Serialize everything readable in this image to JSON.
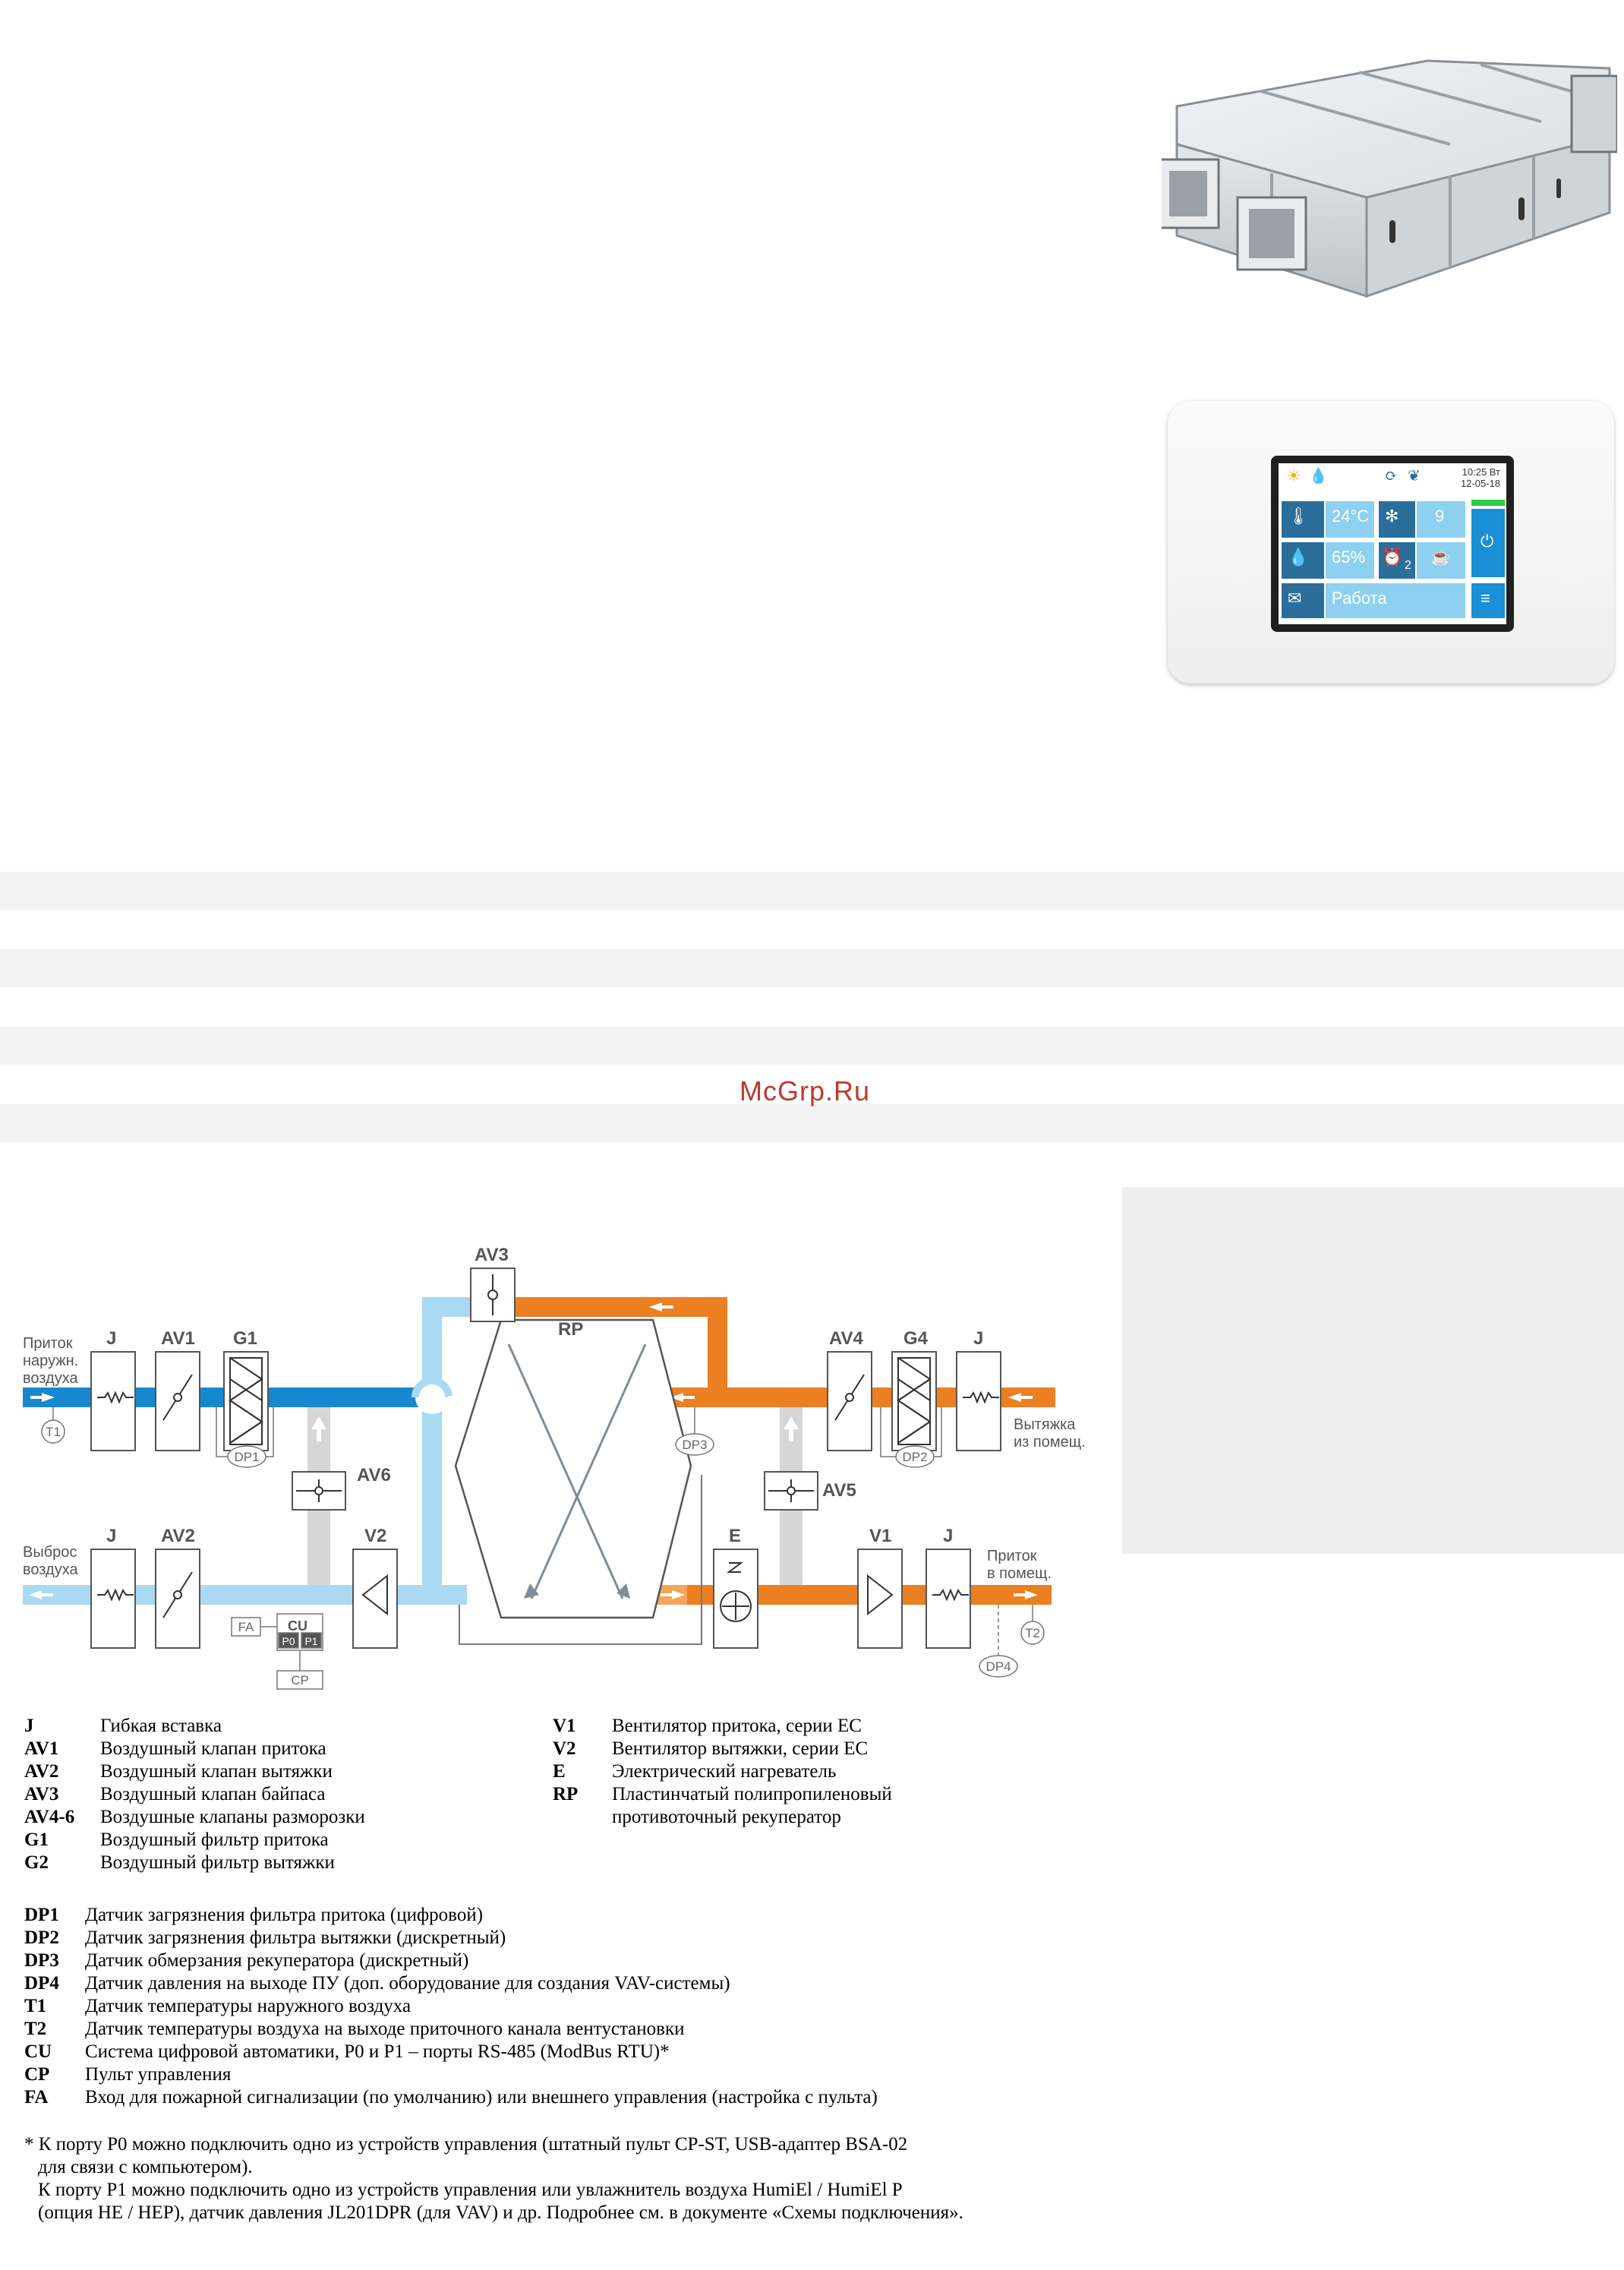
{
  "panel": {
    "time": "10:25 Вт",
    "date": "12-05-18",
    "temp": "24°C",
    "fan_speed": "9",
    "humidity": "65%",
    "timer_index": "2",
    "mode": "Работа"
  },
  "watermark": "McGrp.Ru",
  "diagram": {
    "labels": {
      "supply_in": [
        "Приток",
        "наружн.",
        "воздуха"
      ],
      "exhaust_out": [
        "Выброс",
        "воздуха"
      ],
      "exhaust_in": [
        "Вытяжка",
        "из помещ."
      ],
      "supply_out": [
        "Приток",
        "в помещ."
      ],
      "J1": "J",
      "AV1": "AV1",
      "G1": "G1",
      "AV3": "AV3",
      "RP": "RP",
      "AV4": "AV4",
      "G4": "G4",
      "J2": "J",
      "J3": "J",
      "AV2": "AV2",
      "AV6": "AV6",
      "V2": "V2",
      "E": "E",
      "V1": "V1",
      "J4": "J",
      "AV5": "AV5",
      "T1": "T1",
      "T2": "T2",
      "DP1": "DP1",
      "DP2": "DP2",
      "DP3": "DP3",
      "DP4": "DP4",
      "FA": "FA",
      "CU": "CU",
      "P0": "P0",
      "P1": "P1",
      "CP": "CP"
    }
  },
  "legend": {
    "col1": [
      {
        "code": "J",
        "text": "Гибкая вставка"
      },
      {
        "code": "AV1",
        "text": "Воздушный клапан притока"
      },
      {
        "code": "AV2",
        "text": "Воздушный клапан вытяжки"
      },
      {
        "code": "AV3",
        "text": "Воздушный клапан байпаса"
      },
      {
        "code": "AV4-6",
        "text": "Воздушные клапаны разморозки"
      },
      {
        "code": "G1",
        "text": "Воздушный фильтр притока"
      },
      {
        "code": "G2",
        "text": "Воздушный фильтр вытяжки"
      }
    ],
    "col2": [
      {
        "code": "V1",
        "text": "Вентилятор притока, серии ЕС"
      },
      {
        "code": "V2",
        "text": "Вентилятор вытяжки, серии ЕС"
      },
      {
        "code": "E",
        "text": "Электрический нагреватель"
      },
      {
        "code": "RP",
        "text": "Пластинчатый полипропиленовый"
      },
      {
        "code": "",
        "text": "противоточный рекуператор"
      }
    ],
    "col3": [
      {
        "code": "DP1",
        "text": "Датчик загрязнения фильтра притока (цифровой)"
      },
      {
        "code": "DP2",
        "text": "Датчик загрязнения фильтра вытяжки (дискретный)"
      },
      {
        "code": "DP3",
        "text": "Датчик обмерзания рекуператора (дискретный)"
      },
      {
        "code": "DP4",
        "text": "Датчик давления на выходе ПУ (доп. оборудование для создания VAV-системы)"
      },
      {
        "code": "T1",
        "text": "Датчик температуры наружного воздуха"
      },
      {
        "code": "T2",
        "text": "Датчик температуры воздуха на выходе приточного канала вентустановки"
      },
      {
        "code": "CU",
        "text": "Система цифровой автоматики, P0 и P1 – порты RS-485 (ModBus RTU)*"
      },
      {
        "code": "CP",
        "text": "Пульт управления"
      },
      {
        "code": "FA",
        "text": "Вход для пожарной сигнализации (по умолчанию) или внешнего управления (настройка с пульта)"
      }
    ],
    "footnote": [
      "* К порту P0 можно подключить одно из устройств управления (штатный пульт CP-ST, USB-адаптер BSA-02",
      "для связи с компьютером).",
      "К порту P1 можно подключить одно из устройств управления или увлажнитель воздуха HumiEl /  HumiEl P",
      "(опция HE / HEP), датчик давления JL201DPR (для VAV) и др. Подробнее см. в документе «Схемы подключения»."
    ]
  },
  "colors": {
    "supply_cold": "#1787cf",
    "exhaust_cold": "#a9d9f3",
    "exhaust_warm": "#ec7f22",
    "supply_warm": "#f4a55a",
    "defrost": "#d6d6d6"
  }
}
